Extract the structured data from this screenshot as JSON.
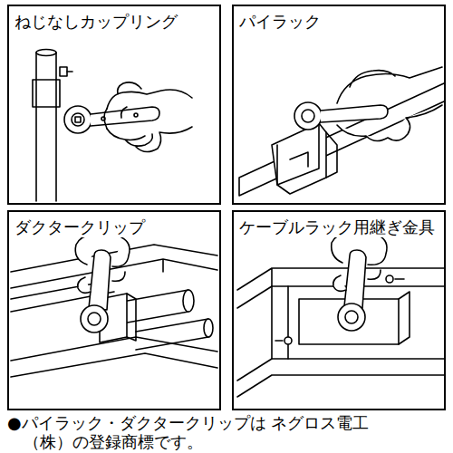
{
  "diagram": {
    "nodes": [
      {
        "text": [
          "ねじなしカップリング"
        ]
      },
      {
        "text": [
          "パイラック"
        ]
      },
      {
        "text": [
          "ダクタークリップ"
        ]
      },
      {
        "text": [
          "ケーブルラック用継ぎ金具"
        ]
      }
    ],
    "labels": [
      "●パイラック・ダクタークリップは ネグロス電工（株）の登録商標です。"
    ]
  }
}
